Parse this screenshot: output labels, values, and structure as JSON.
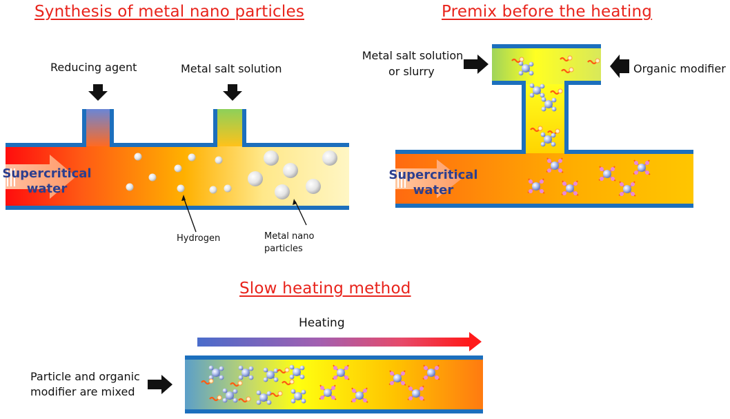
{
  "panels": {
    "synthesis": {
      "title": "Synthesis of metal nano particles",
      "reducing_agent": "Reducing agent",
      "metal_salt": "Metal salt solution",
      "supercritical": [
        "Supercritical",
        "water"
      ],
      "hydrogen": "Hydrogen",
      "metal_nano": [
        "Metal nano",
        "particles"
      ]
    },
    "premix": {
      "title": "Premix before the heating",
      "metal_salt": [
        "Metal salt solution",
        "or slurry"
      ],
      "organic_modifier": "Organic modifier",
      "supercritical": [
        "Supercritical",
        "water"
      ]
    },
    "slow": {
      "title": "Slow heating method",
      "heating": "Heating",
      "mixed": [
        "Particle and organic",
        "modifier are mixed"
      ]
    }
  },
  "colors": {
    "title_red": "#e8231b",
    "pipe_blue": "#1c6fbd",
    "supercritical_text": "#2d3f8e"
  }
}
